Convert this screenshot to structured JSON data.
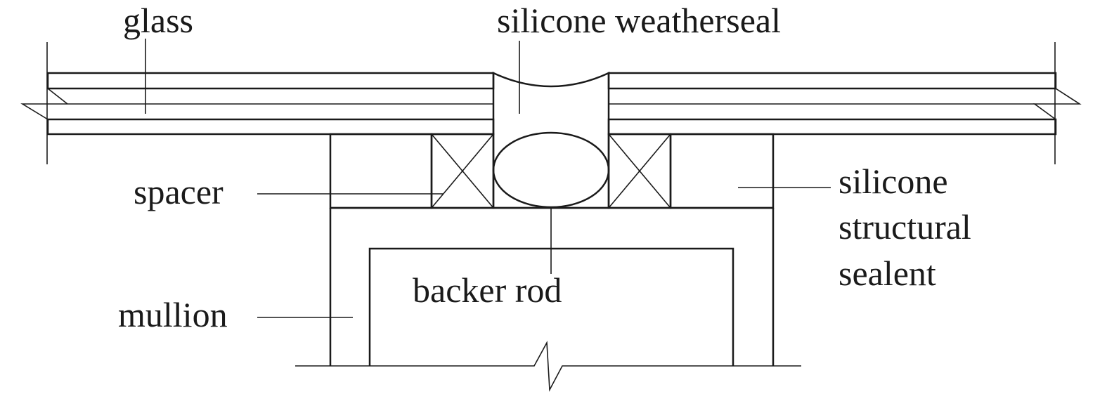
{
  "labels": {
    "glass": "glass",
    "weatherseal": "silicone weatherseal",
    "spacer": "spacer",
    "structural_line1": "silicone",
    "structural_line2": "structural",
    "structural_line3": "sealent",
    "backer_rod": "backer rod",
    "mullion": "mullion"
  },
  "colors": {
    "sealant_fill": "#9a9899",
    "line": "#1a1a1a",
    "background": "#ffffff"
  }
}
